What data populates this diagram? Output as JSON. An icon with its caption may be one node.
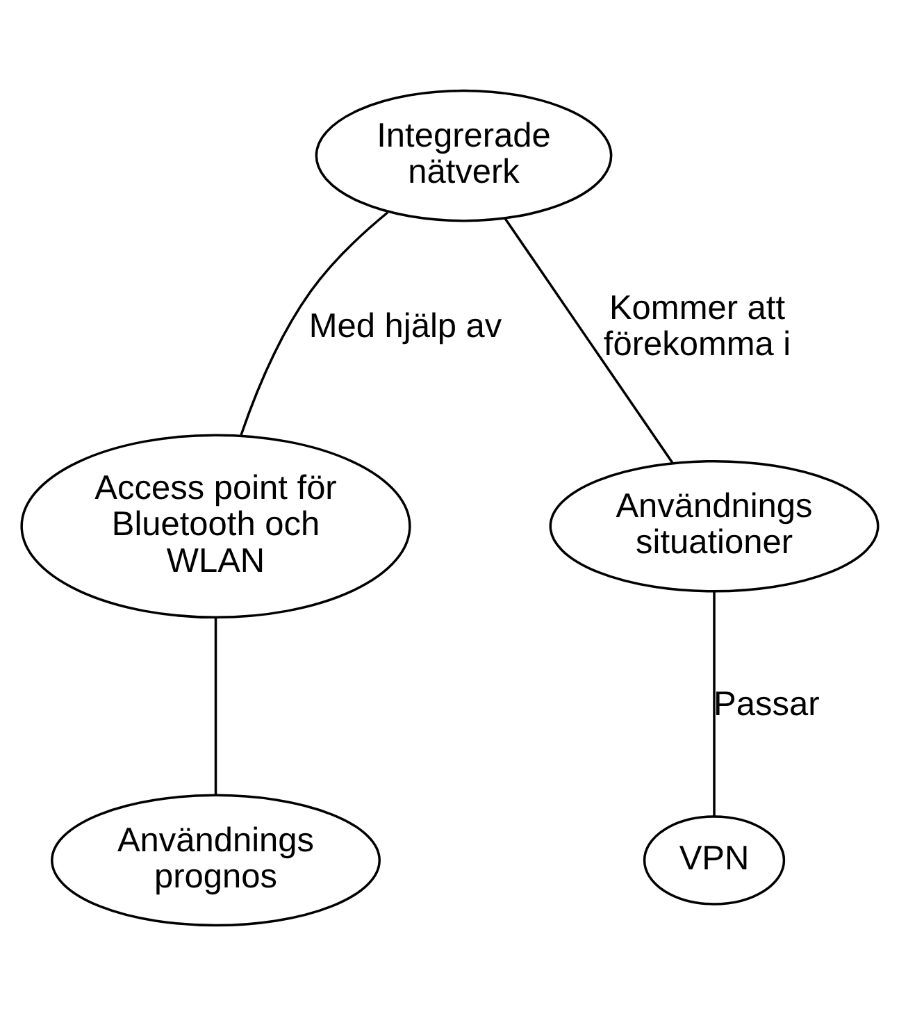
{
  "diagram": {
    "nodes": [
      {
        "text": [
          "Integrerade nätverk"
        ]
      },
      {
        "text": [
          "Access point för Bluetooth och WLAN"
        ]
      },
      {
        "text": [
          "Användnings situationer"
        ]
      },
      {
        "text": [
          "Användnings prognos"
        ]
      },
      {
        "text": [
          "VPN"
        ]
      }
    ],
    "edges": [
      {
        "from": 0,
        "to": 1,
        "arrow": "none",
        "label": "Med hjälp av"
      },
      {
        "from": 0,
        "to": 2,
        "arrow": "none",
        "label": "Kommer att förekomma i"
      },
      {
        "from": 1,
        "to": 3,
        "arrow": "none"
      },
      {
        "from": 2,
        "to": 4,
        "arrow": "none",
        "label": "Passar"
      }
    ]
  }
}
